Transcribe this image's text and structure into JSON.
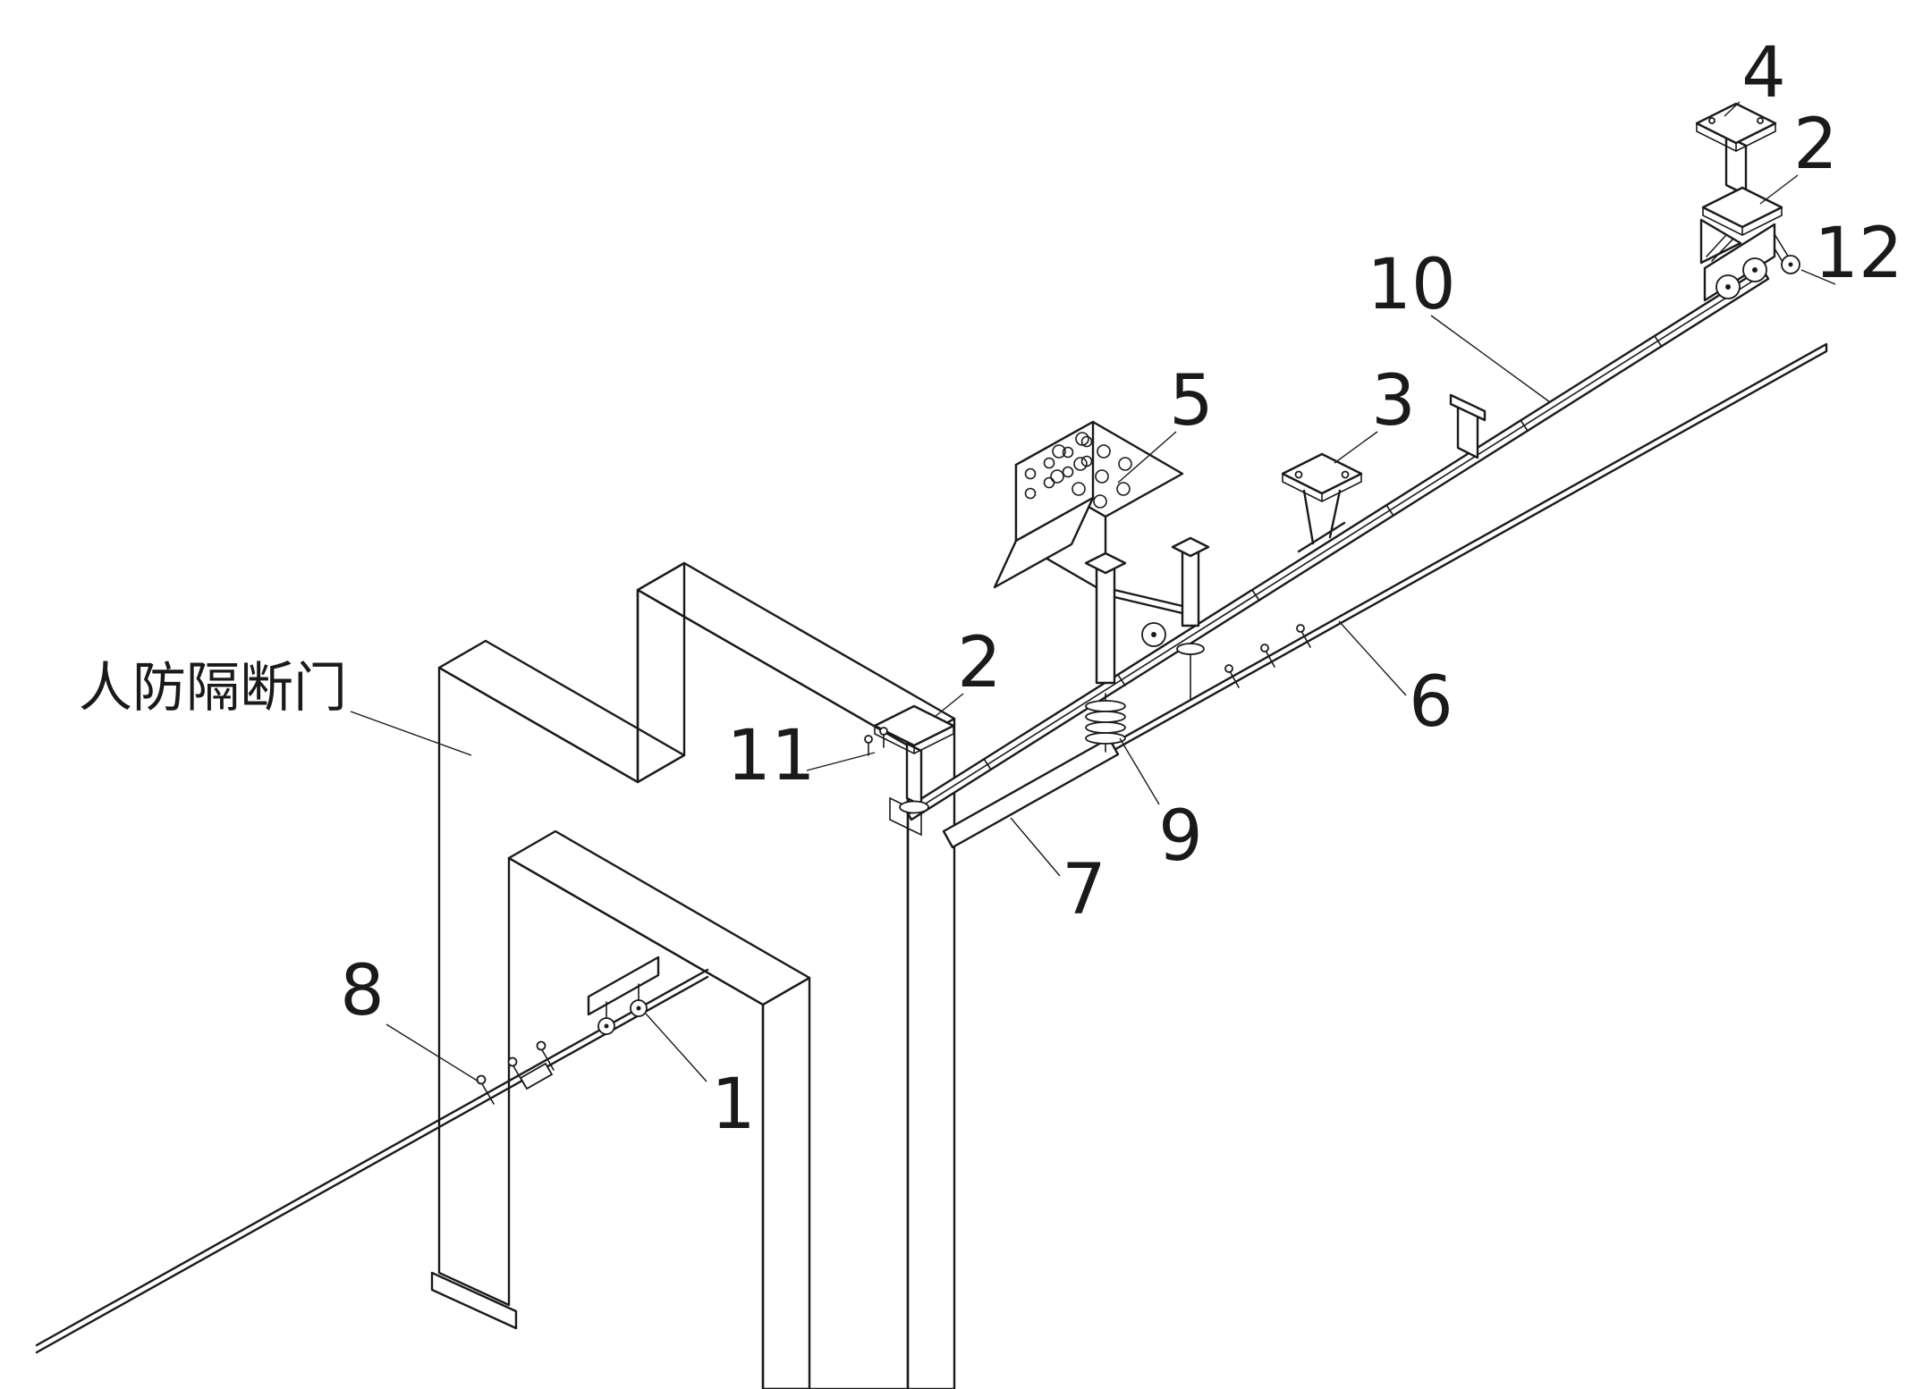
{
  "figure": {
    "type": "patent-line-drawing",
    "background_color": "#ffffff",
    "line_color": "#1a1a1a",
    "subject": "Isometric drawing of a suspended cable-crossing rail assembly passing through a partition door"
  },
  "annotations": {
    "door_label": {
      "text": "人防隔断门"
    },
    "labels": [
      {
        "ref": "4"
      },
      {
        "ref": "2"
      },
      {
        "ref": "12"
      },
      {
        "ref": "10"
      },
      {
        "ref": "5"
      },
      {
        "ref": "3"
      },
      {
        "ref": "6"
      },
      {
        "ref": "2"
      },
      {
        "ref": "11"
      },
      {
        "ref": "9"
      },
      {
        "ref": "7"
      },
      {
        "ref": "8"
      },
      {
        "ref": "1"
      }
    ]
  }
}
